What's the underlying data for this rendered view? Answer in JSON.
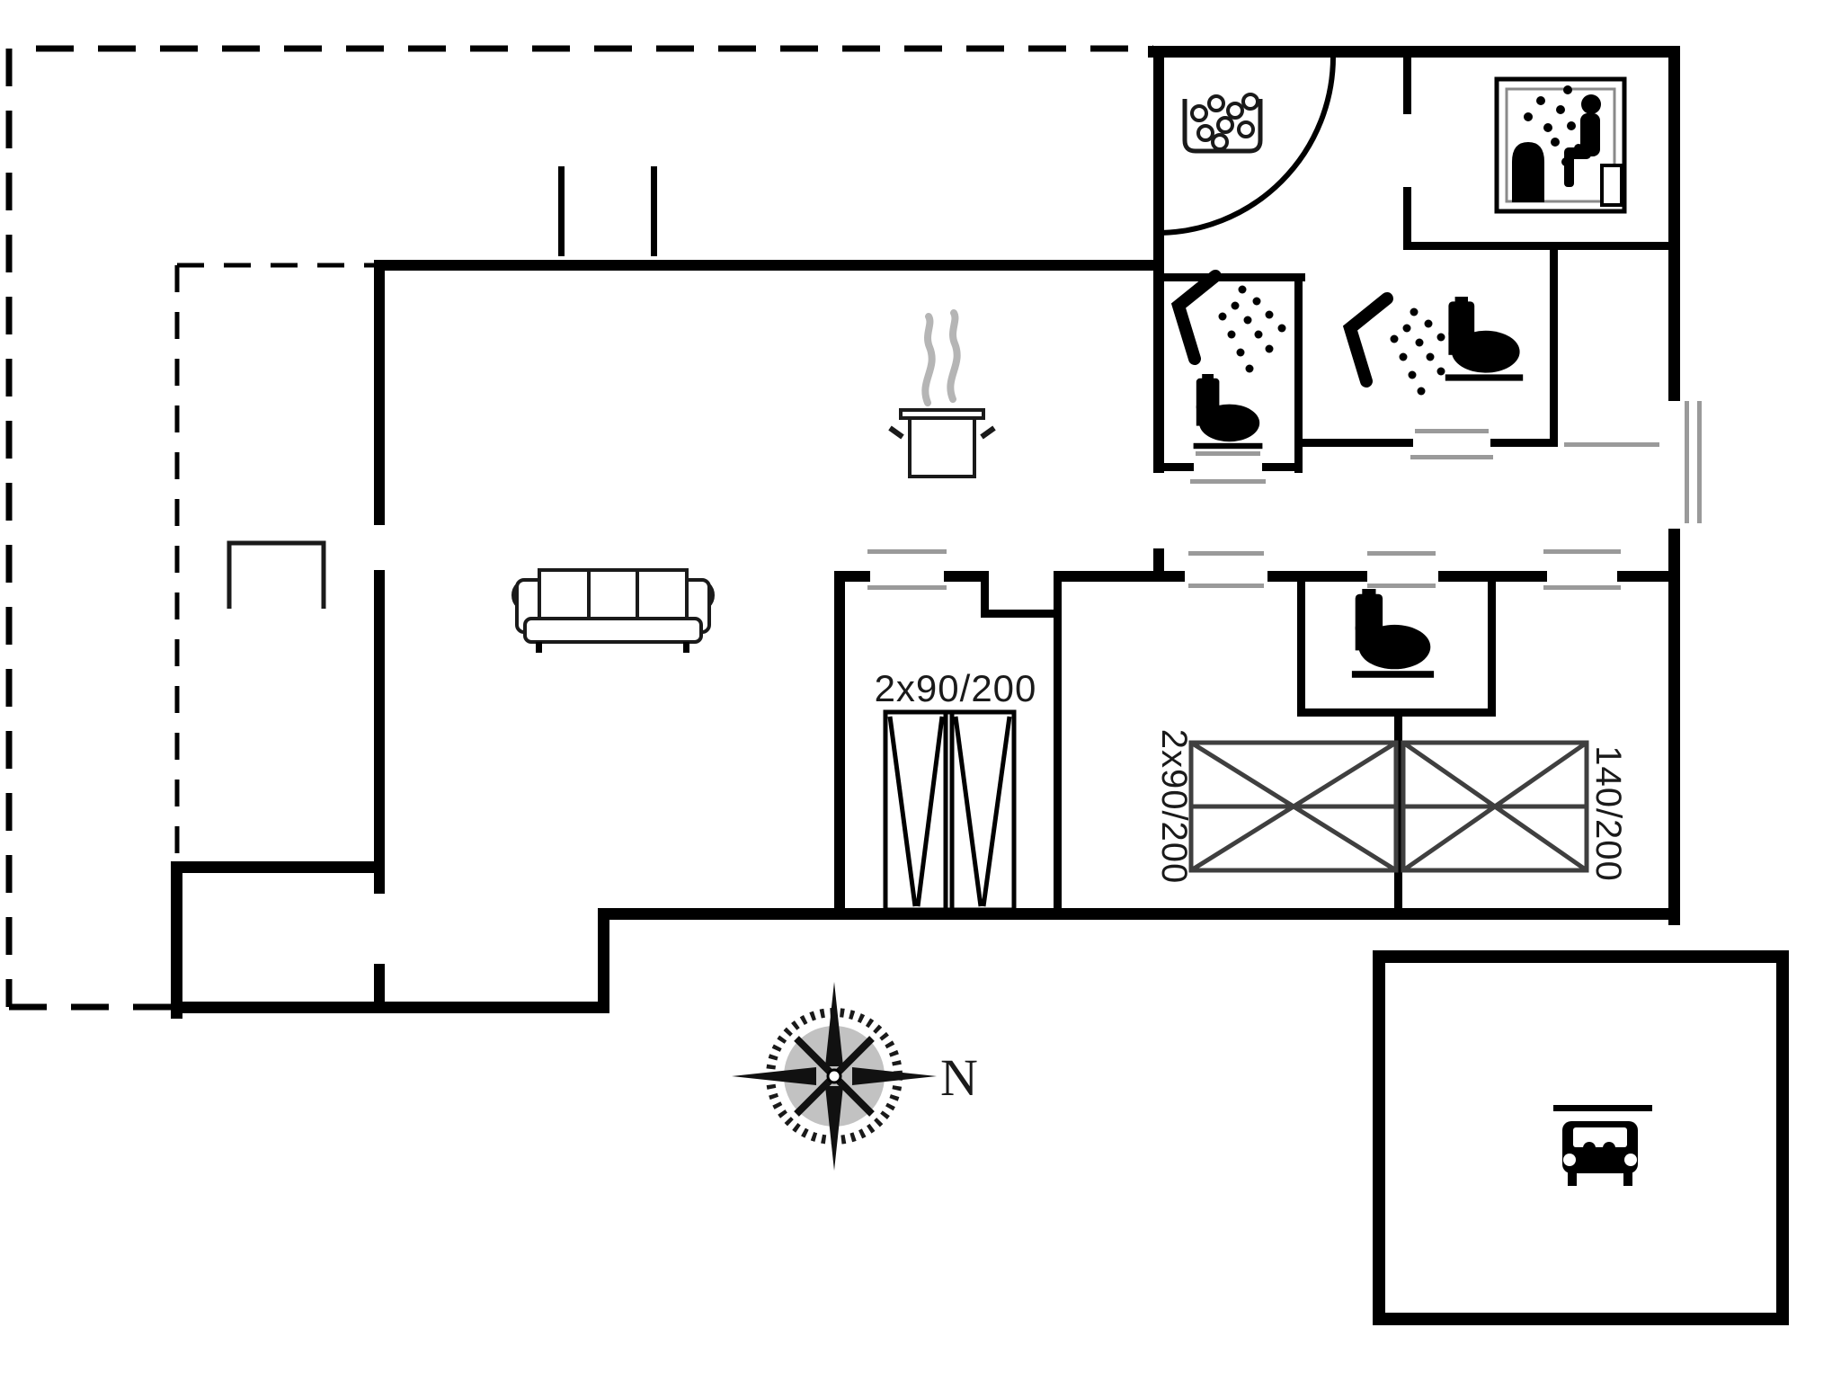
{
  "title": "holiday-house-floor-plan",
  "labels": {
    "bunk_bed_size": "2x90/200",
    "double_bed_left_size": "2x90/200",
    "double_bed_right_size": "140/200",
    "compass_north": "N"
  },
  "icons": [
    "whirlpool-tub-icon",
    "sauna-icon",
    "shower-icon",
    "toilet-icon",
    "cooking-pot-icon",
    "sofa-icon",
    "bunk-bed-icon",
    "double-bed-icon",
    "compass-rose-icon",
    "car-icon",
    "terrace-table-icon"
  ],
  "colors": {
    "background": "#ffffff",
    "walls": "#000000",
    "furniture_outline": "#1a1a1a",
    "bed_lines": "#3f3f3f",
    "threshold_lines": "#9a9a9a",
    "steam": "#b5b5b5",
    "text": "#1a1a1a"
  }
}
